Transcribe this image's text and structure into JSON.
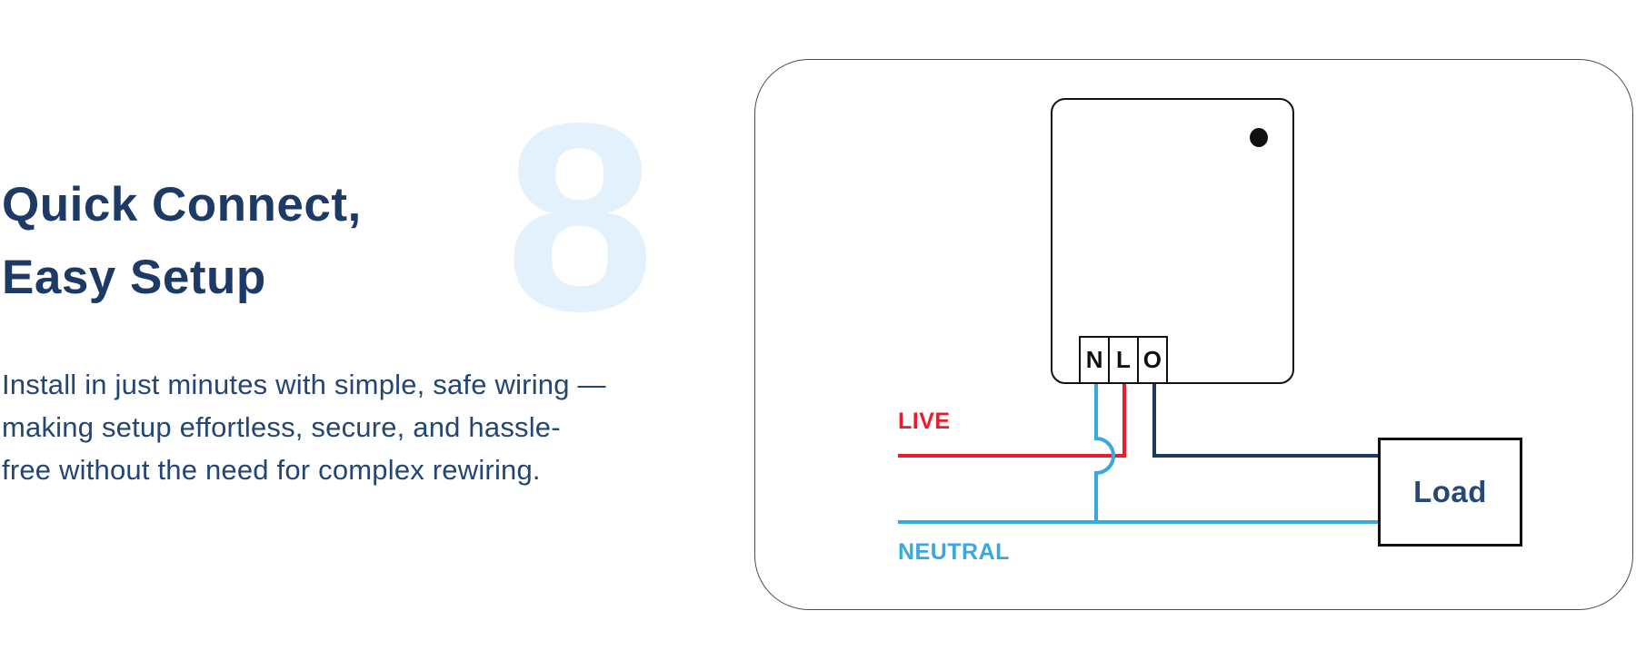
{
  "left_column": {
    "watermark_number": "8",
    "heading": {
      "line1": "Quick Connect,",
      "line2": "Easy Setup"
    },
    "body_lines": [
      "Install in just minutes with simple, safe wiring —",
      "making setup effortless, secure, and hassle-",
      "free without the need for complex rewiring."
    ]
  },
  "diagram": {
    "terminals": [
      "N",
      "L",
      "O"
    ],
    "live_label": "LIVE",
    "neutral_label": "NEUTRAL",
    "load_label": "Load",
    "colors": {
      "live_wire": "#ec1c2d",
      "neutral_wire": "#36a9e1",
      "output_wire": "#1d3a66",
      "text_navy": "#1d3a67",
      "watermark_blue": "#e2f1fb",
      "outline_black": "#111111"
    }
  }
}
